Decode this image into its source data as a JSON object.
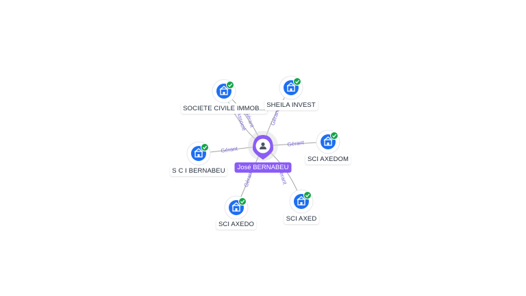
{
  "center": {
    "label": "José BERNABEU",
    "icon": "person-icon",
    "color": "#8b5cf6"
  },
  "companies": [
    {
      "id": "n1",
      "label": "SOCIETE CIVILE IMMOB...",
      "icon": "building-icon",
      "verified": true
    },
    {
      "id": "n2",
      "label": "SHEILA INVEST",
      "icon": "building-icon",
      "verified": true
    },
    {
      "id": "n3",
      "label": "S C I BERNABEU",
      "icon": "building-icon",
      "verified": true
    },
    {
      "id": "n4",
      "label": "SCI AXEDOM",
      "icon": "building-icon",
      "verified": true
    },
    {
      "id": "n5",
      "label": "SCI AXEDO",
      "icon": "building-icon",
      "verified": true
    },
    {
      "id": "n6",
      "label": "SCI AXED",
      "icon": "building-icon",
      "verified": true
    }
  ],
  "relations": [
    {
      "to": "n1",
      "labels": [
        "Gérant",
        "Associé"
      ]
    },
    {
      "to": "n2",
      "labels": [
        "Gérant"
      ]
    },
    {
      "to": "n3",
      "labels": [
        "Gérant"
      ]
    },
    {
      "to": "n4",
      "labels": [
        "Gérant"
      ]
    },
    {
      "to": "n5",
      "labels": [
        "Gérant"
      ]
    },
    {
      "to": "n6",
      "labels": [
        "Gérant"
      ]
    }
  ],
  "colors": {
    "company": "#1d6ff2",
    "verified": "#16a34a",
    "edge": "#a3a3a3",
    "edge_label": "#7c6fd6"
  }
}
